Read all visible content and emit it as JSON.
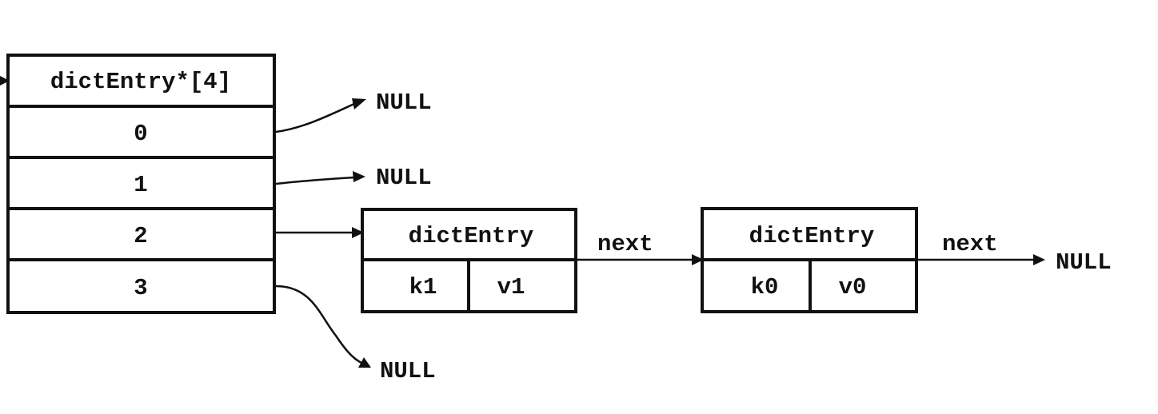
{
  "table": {
    "header": "dictEntry*[4]",
    "slots": [
      "0",
      "1",
      "2",
      "3"
    ]
  },
  "entries": [
    {
      "title": "dictEntry",
      "key": "k1",
      "value": "v1"
    },
    {
      "title": "dictEntry",
      "key": "k0",
      "value": "v0"
    }
  ],
  "labels": {
    "null_0": "NULL",
    "null_1": "NULL",
    "null_3": "NULL",
    "null_end": "NULL",
    "next_1": "next",
    "next_2": "next"
  }
}
